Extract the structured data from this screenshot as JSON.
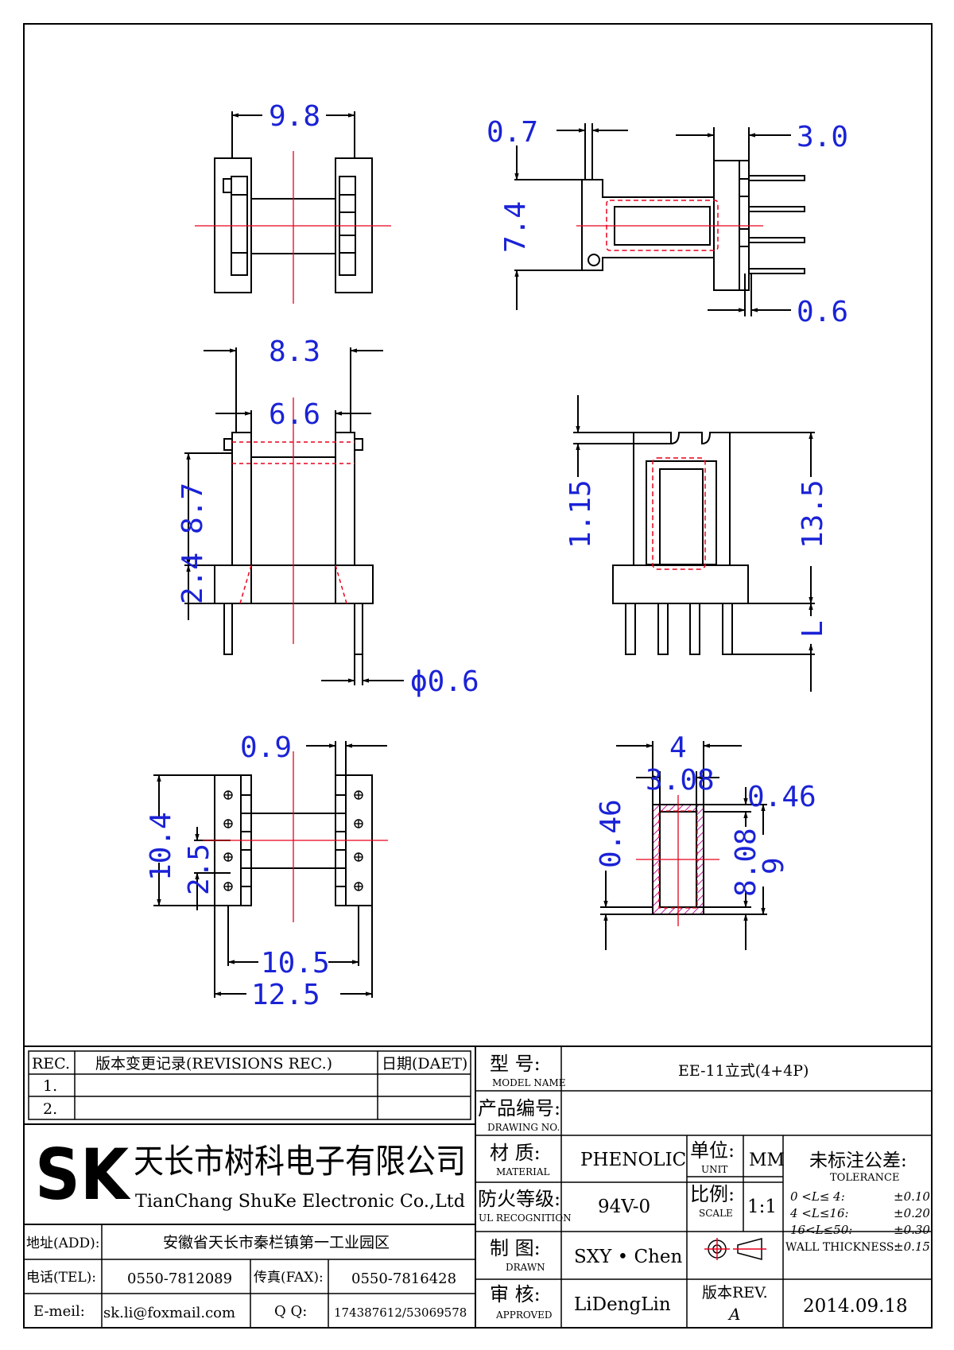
{
  "dimensions": {
    "top_left_width": "9.8",
    "top_right_flange": "0.7",
    "top_right_pin_len": "3.0",
    "top_right_height": "7.4",
    "top_right_pin_dia": "0.6",
    "mid_left_outer": "8.3",
    "mid_left_inner": "6.6",
    "mid_left_height": "8.7",
    "mid_left_base": "2.4",
    "mid_left_pin": "ϕ0.6",
    "mid_right_gap": "1.15",
    "mid_right_total": "13.5",
    "mid_right_pin": "L",
    "bot_left_pin_w": "0.9",
    "bot_left_height": "10.4",
    "bot_left_pitch": "2.5",
    "bot_left_inner": "10.5",
    "bot_left_outer": "12.5",
    "bot_right_w": "4",
    "bot_right_inner_w": "3.08",
    "bot_right_wall_top": "0.46",
    "bot_right_wall_left": "0.46",
    "bot_right_inner_h": "8.08",
    "bot_right_h": "9"
  },
  "title_block": {
    "rev_header": "REC.",
    "rev_desc_header": "版本变更记录(REVISIONS REC.)",
    "date_header": "日期(DAET)",
    "rev_rows": [
      "1.",
      "2."
    ],
    "company_logo": "SK",
    "company_cn": "天长市树科电子有限公司",
    "company_en": "TianChang ShuKe Electronic Co.,Ltd",
    "addr_label": "地址(ADD):",
    "addr_value": "安徽省天长市秦栏镇第一工业园区",
    "tel_label": "电话(TEL):",
    "tel_value": "0550-7812089",
    "fax_label": "传真(FAX):",
    "fax_value": "0550-7816428",
    "email_label": "E-meil:",
    "email_value": "sk.li@foxmail.com",
    "qq_label": "Q  Q:",
    "qq_value": "174387612/53069578",
    "model_cn": "型   号:",
    "model_en": "MODEL NAME",
    "model_value": "EE-11立式(4+4P)",
    "drawing_cn": "产品编号:",
    "drawing_en": "DRAWING NO.",
    "drawing_value": "",
    "material_cn": "材   质:",
    "material_en": "MATERIAL",
    "material_value": "PHENOLIC",
    "unit_cn": "单位:",
    "unit_en": "UNIT",
    "unit_value": "MM",
    "ul_cn": "防火等级:",
    "ul_en": "UL RECOGNITION",
    "ul_value": "94V-0",
    "scale_cn": "比例:",
    "scale_en": "SCALE",
    "scale_value": "1:1",
    "drawn_cn": "制   图:",
    "drawn_en": "DRAWN",
    "drawn_value": "SXY • Chen",
    "approved_cn": "审   核:",
    "approved_en": "APPROVED",
    "approved_value": "LiDengLin",
    "rev_cn": "版本REV.",
    "rev_value": "A",
    "date_value": "2014.09.18",
    "tolerance_cn": "未标注公差:",
    "tolerance_en": "TOLERANCE",
    "tol_rows": [
      {
        "range": "0 <L≤ 4:",
        "value": "±0.10"
      },
      {
        "range": "4 <L≤16:",
        "value": "±0.20"
      },
      {
        "range": "16<L≤50:",
        "value": "±0.30"
      }
    ],
    "wall_label": "WALL THICKNESS:",
    "wall_value": "±0.15"
  },
  "colors": {
    "outline": "#000000",
    "dimension": "#1a22d6",
    "centerline": "#e8001c",
    "hatch": "#c2189b"
  }
}
